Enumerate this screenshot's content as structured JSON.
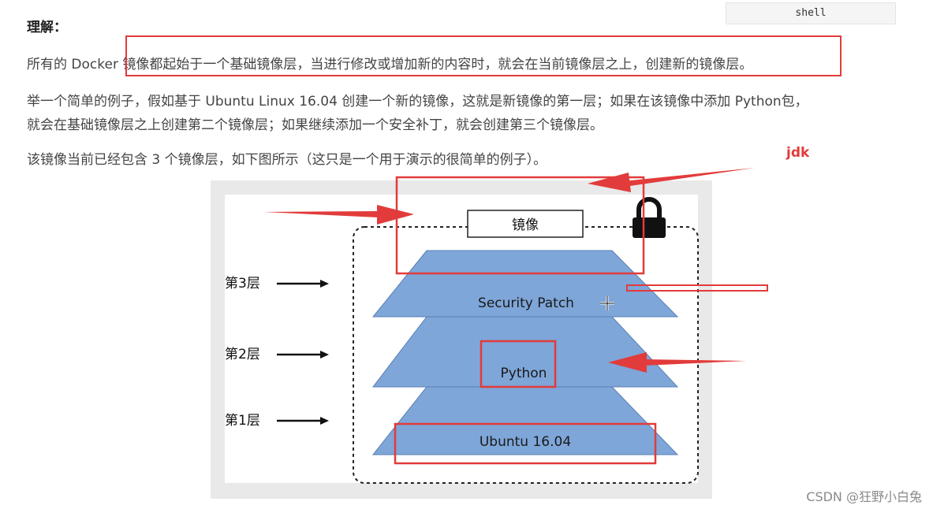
{
  "shell_tab": {
    "label": "shell"
  },
  "heading": "理解：",
  "paragraphs": {
    "p1": "所有的 Docker 镜像都起始于一个基础镜像层，当进行修改或增加新的内容时，就会在当前镜像层之上，创建新的镜像层。",
    "p2_line1": "举一个简单的例子，假如基于 Ubuntu Linux 16.04 创建一个新的镜像，这就是新镜像的第一层；如果在该镜像中添加 Python包，",
    "p2_line2": "就会在基础镜像层之上创建第二个镜像层；如果继续添加一个安全补丁，就会创建第三个镜像层。",
    "p3": "该镜像当前已经包含 3 个镜像层，如下图所示（这只是一个用于演示的很简单的例子）。"
  },
  "annotation": {
    "jdk_label": "jdk"
  },
  "figure": {
    "image_label": "镜像",
    "layers": [
      {
        "side_label": "第3层",
        "name": "Security Patch"
      },
      {
        "side_label": "第2层",
        "name": "Python"
      },
      {
        "side_label": "第1层",
        "name": "Ubuntu 16.04"
      }
    ]
  },
  "watermark": "CSDN @狂野小白兔",
  "colors": {
    "layer_fill": "#7ea6d8",
    "annotation_red": "#e23b3b",
    "figure_bg": "#e9e9e9"
  }
}
